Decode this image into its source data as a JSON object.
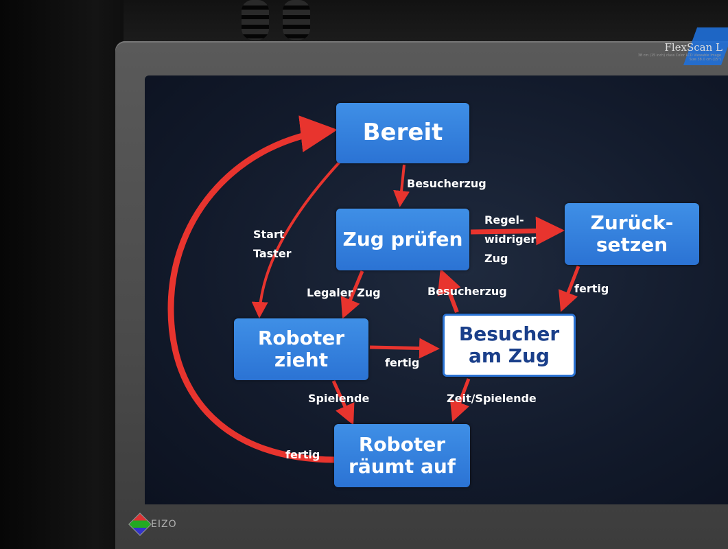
{
  "monitor": {
    "brand": "FlexScan L",
    "spec_text": "38 cm (15 inch) class Color LCD Viewable Image Size 38.0 cm (15\")",
    "logo": "EIZO"
  },
  "diagram": {
    "nodes": {
      "bereit": "Bereit",
      "zug_pruefen": "Zug prüfen",
      "zuruecksetzen_1": "Zurück-",
      "zuruecksetzen_2": "setzen",
      "roboter_zieht_1": "Roboter",
      "roboter_zieht_2": "zieht",
      "besucher_1": "Besucher",
      "besucher_2": "am Zug",
      "roboter_raeumt_1": "Roboter",
      "roboter_raeumt_2": "räumt auf"
    },
    "edge_labels": {
      "besucherzug_top": "Besucherzug",
      "start": "Start",
      "taster": "Taster",
      "regel": "Regel-",
      "widriger": "widriger",
      "zug": "Zug",
      "legaler_zug": "Legaler Zug",
      "besucherzug_mid": "Besucherzug",
      "fertig_reset": "fertig",
      "fertig_roboter": "fertig",
      "spielende": "Spielende",
      "zeit_spielende": "Zeit/Spielende",
      "fertig_bottom": "fertig"
    },
    "colors": {
      "node": "#2b73d4",
      "active_node": "#ffffff",
      "arrow": "#e8342e",
      "screen": "#141c2e"
    }
  }
}
